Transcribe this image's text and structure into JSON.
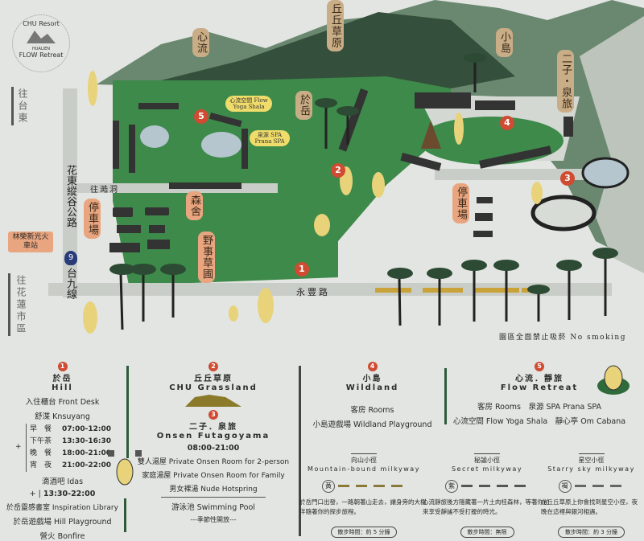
{
  "logo": {
    "top": "CHU Resort",
    "bottom": "FLOW Retreat",
    "center": "HUALIEN"
  },
  "map_labels": {
    "to_taitung": "往台東",
    "to_hualien": "往花蓮市區",
    "highway": "花東縱谷公路",
    "highway_number": "9",
    "route": "台九線",
    "to_cave": "往澔洞",
    "station": "林榮新光火車站",
    "parking_left": "停車場",
    "parking_right": "停車場",
    "senshe": "森舍",
    "garden": "野事草圃",
    "xinliu": "心流",
    "grassland": "丘丘草原",
    "hill": "於岳",
    "island": "小島",
    "onsen": "二子・泉旅",
    "road": "永豐路",
    "yoga_bubble": "心流空間 Flow Yoga Shala",
    "spa_bubble": "泉源 SPA Prana SPA",
    "no_smoking": "園區全面禁止吸菸 No smoking"
  },
  "markers": [
    "1",
    "2",
    "3",
    "4",
    "5"
  ],
  "colors": {
    "mountain_dark": "#3f5e48",
    "mountain_light": "#6a8870",
    "lawn": "#3d8a4a",
    "road": "#c9cdc7",
    "tag_tan": "#c9ad86",
    "tag_orange": "#e9a57f",
    "marker_red": "#cf4b32"
  },
  "legend": {
    "hill": {
      "num": "1",
      "zh": "於岳",
      "en": "Hill",
      "items": [
        "入住櫃台 Front Desk",
        "舒渫 Knsuyang"
      ],
      "meals": [
        {
          "name": "早　餐",
          "time": "07:00-12:00"
        },
        {
          "name": "下午茶",
          "time": "13:30-16:30"
        },
        {
          "name": "晚　餐",
          "time": "18:00-21:00"
        },
        {
          "name": "宵　夜",
          "time": "21:00-22:00"
        }
      ],
      "bar": "滴酒吧 Idas",
      "bar_time": "13:30-22:00",
      "plus": "+",
      "extras": [
        "於岳靈感書室 Inspiration Library",
        "於岳遊戲場 Hill Playground",
        "營火 Bonfire"
      ]
    },
    "grassland": {
      "num": "2",
      "zh": "丘丘草原",
      "en": "CHU Grassland"
    },
    "onsen": {
      "num": "3",
      "zh": "二子．泉旅",
      "en": "Onsen Futagoyama",
      "hours": "08:00-21:00",
      "items": [
        "雙人湯屋 Private Onsen Room for 2-person",
        "家庭湯屋 Private Onsen Room for Family",
        "男女裸湯 Nude Hotspring"
      ],
      "pool": "游泳池 Swimming Pool",
      "seasonal": "---季節性開放---"
    },
    "wildland": {
      "num": "4",
      "zh": "小島",
      "en": "Wildland",
      "items": [
        "客房 Rooms",
        "小島遊戲場 Wildland Playground"
      ]
    },
    "flow": {
      "num": "5",
      "zh": "心流．靜旅",
      "en": "Flow Retreat",
      "items": [
        "客房 Rooms　泉源 SPA Prana SPA",
        "心流空間 Flow Yoga Shala　靜心亭 Om Cabana"
      ]
    }
  },
  "trails": [
    {
      "zh": "向山小徑",
      "en": "Mountain-bound milkyway",
      "badge": "黃",
      "desc": "於岳門口出發，一路朝著山走去，讓身旁的大樹伴隨著你的探步旅程。",
      "time": "散步時間：約 5 分鐘"
    },
    {
      "zh": "秘謐小徑",
      "en": "Secret milkyway",
      "badge": "紫",
      "desc": "心流靜旅後方隱藏著一片土肉桂森林，等著你前來享受靜謐不受打擾的時光。",
      "time": "散步時間：無限"
    },
    {
      "zh": "星空小徑",
      "en": "Starry sky milkyway",
      "badge": "褐",
      "desc": "在丘丘草原上你會找到星空小徑，夜晚在這裡與銀河相遇。",
      "time": "散步時間：約 3 分鐘"
    }
  ]
}
